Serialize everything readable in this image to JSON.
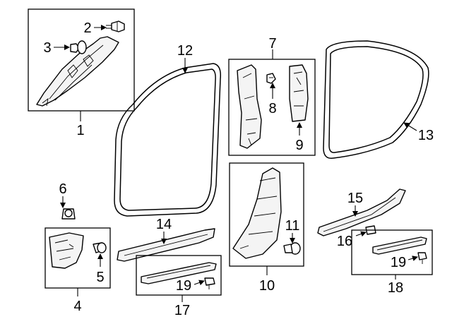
{
  "diagram": {
    "callouts": {
      "c1": "1",
      "c2": "2",
      "c3": "3",
      "c4": "4",
      "c5": "5",
      "c6": "6",
      "c7": "7",
      "c8": "8",
      "c9": "9",
      "c10": "10",
      "c11": "11",
      "c12": "12",
      "c13": "13",
      "c14": "14",
      "c15": "15",
      "c16": "16",
      "c17": "17",
      "c18": "18",
      "c19a": "19",
      "c19b": "19"
    }
  }
}
